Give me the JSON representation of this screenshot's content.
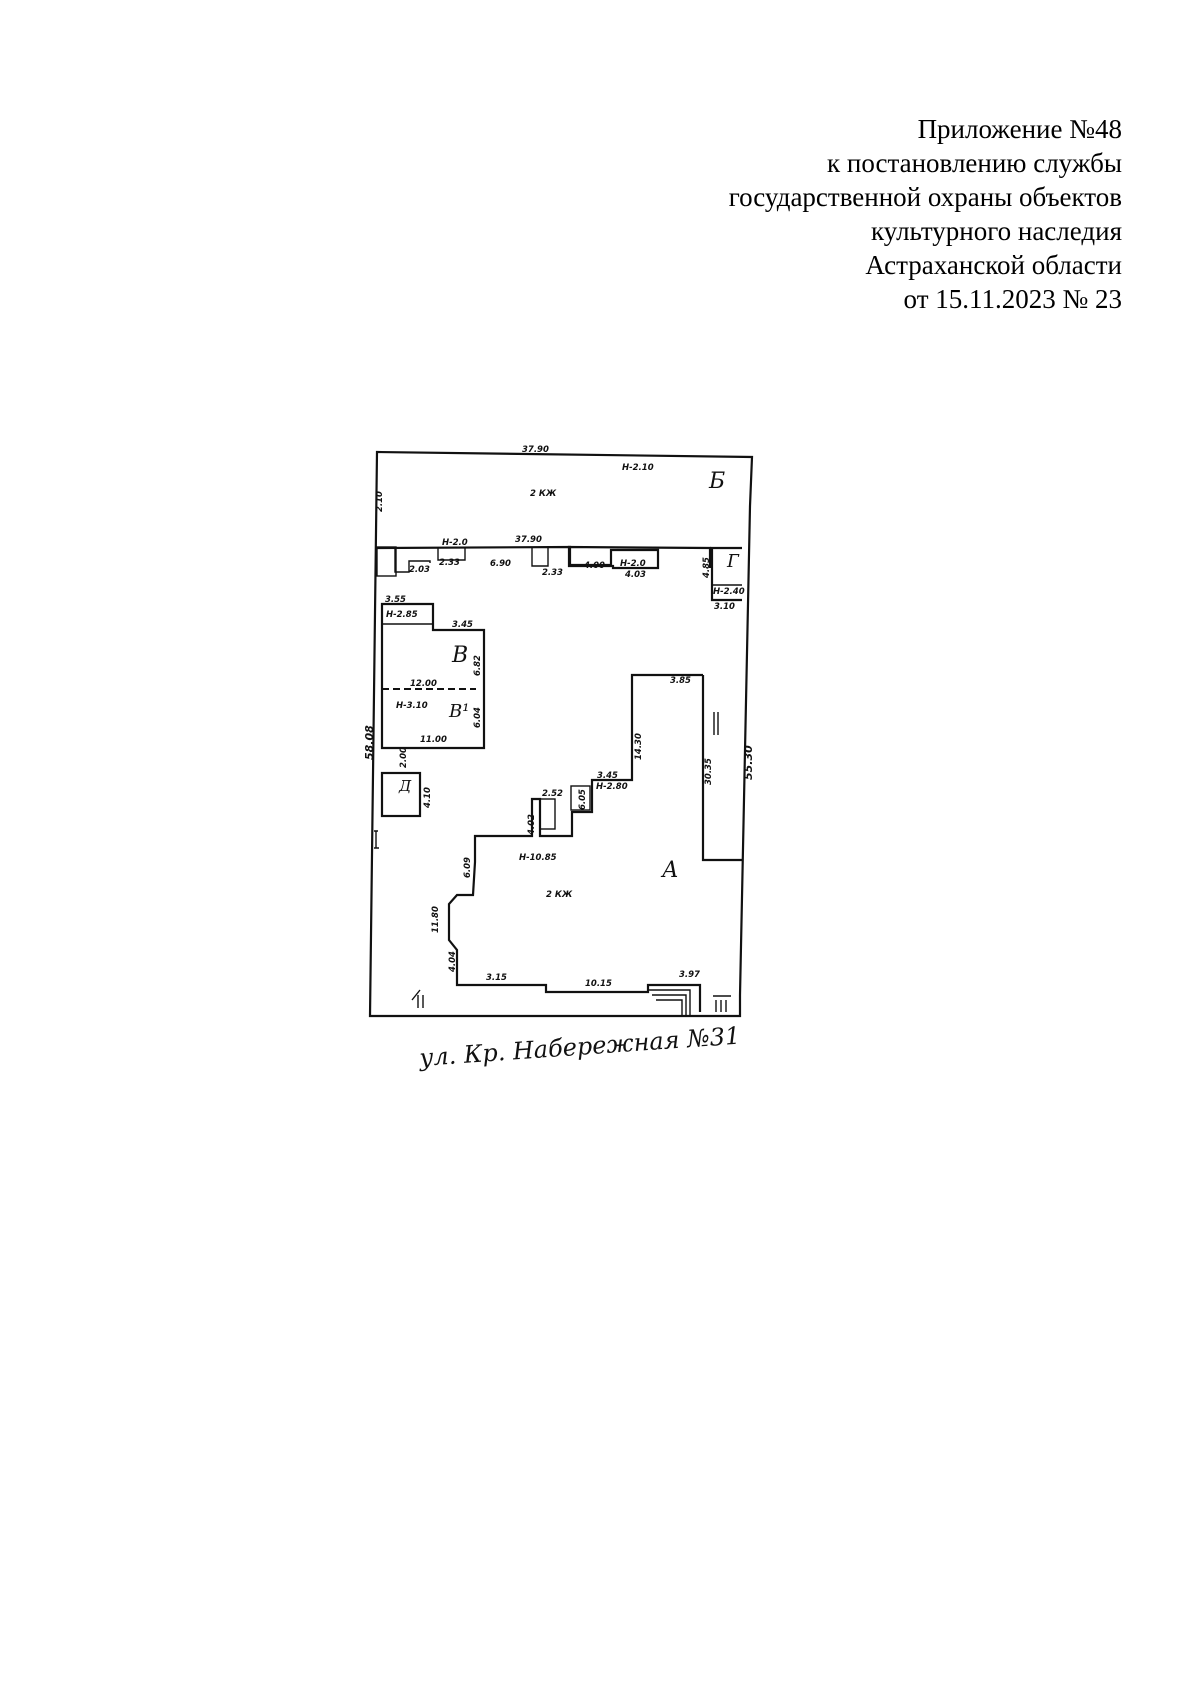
{
  "header": {
    "line1": "Приложение №48",
    "line2": "к постановлению службы",
    "line3": "государственной охраны объектов",
    "line4": "культурного наследия",
    "line5": "Астраханской области",
    "line6": "от 15.11.2023 № 23"
  },
  "plan": {
    "street_label": "ул. Кр. Набережная №31",
    "building_letters": {
      "a": "А",
      "b": "Б",
      "v": "В",
      "v1": "В¹",
      "g": "Г",
      "d": "Д"
    },
    "dimensions": {
      "top_width": "37.90",
      "b_height": "Н-2.10",
      "b_area": "2 КЖ",
      "b_side": "2.10",
      "inner_width": "37.90",
      "seg_1": "2.03",
      "seg_2": "2.33",
      "seg_3": "Н-2.0",
      "seg_4": "6.90",
      "seg_5": "2.33",
      "seg_6": "4.00",
      "seg_7": "4.03",
      "seg_8": "Н-2.0",
      "g_height": "Н-2.40",
      "g_width": "3.10",
      "g_side": "4.85",
      "v_top": "3.55",
      "v_h1": "Н-2.85",
      "v_w": "3.45",
      "v_mid": "12.00",
      "v_h2": "Н-3.10",
      "v_side1": "6.82",
      "v_side2": "6.04",
      "v_bottom": "11.00",
      "left_len": "58.08",
      "right_len": "55.30",
      "d_top": "2.00",
      "d_side": "4.10",
      "a_top": "3.85",
      "a_v1": "14.30",
      "a_v2": "30.35",
      "a_h": "Н-10.85",
      "a_area": "2 КЖ",
      "a_step1": "3.45",
      "a_step2": "Н-2.80",
      "a_step3": "6.05",
      "a_step4": "2.52",
      "a_step5": "4.02",
      "a_left1": "6.09",
      "a_left2": "11.80",
      "a_left3": "4.04",
      "a_bottom1": "3.15",
      "a_bottom2": "10.15",
      "a_bottom3": "3.97"
    }
  }
}
